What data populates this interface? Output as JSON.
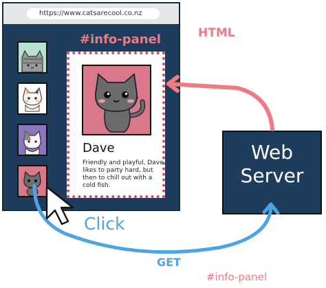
{
  "browser": {
    "url": "https://www.catsarecool.co.nz",
    "panel_label": "#info-panel"
  },
  "info_panel": {
    "name": "Dave",
    "description": "Friendly and playful, Dave likes to party hard, but then to chill out with a cold fish."
  },
  "thumbnails": [
    {
      "cat": "grey-pusheen-cat",
      "bg": "#b8e0d2"
    },
    {
      "cat": "calico-kitten",
      "bg": "#ffffff"
    },
    {
      "cat": "grey-white-kitten",
      "bg": "#8a76b8"
    },
    {
      "cat": "grey-kitten-waving",
      "bg": "#d9788a"
    }
  ],
  "server": {
    "label_line1": "Web",
    "label_line2": "Server"
  },
  "arrows": {
    "response_label": "HTML",
    "request_label": "GET",
    "request_target": "#info-panel",
    "action_label": "Click"
  },
  "colors": {
    "response": "#f07a82",
    "request": "#4ca3e6",
    "browser_bg": "#1e3d5c",
    "server_bg": "#1e3d5c"
  }
}
